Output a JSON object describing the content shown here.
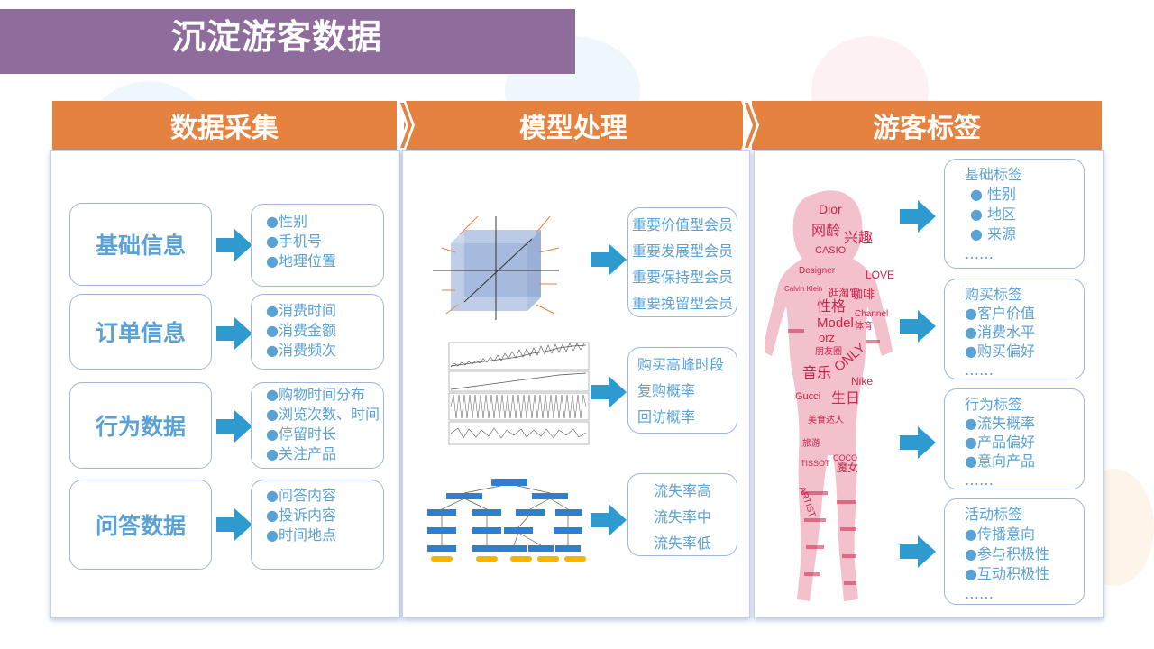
{
  "title": "沉淀游客数据",
  "columns": [
    "数据采集",
    "模型处理",
    "游客标签"
  ],
  "categories": [
    {
      "label": "基础信息",
      "items": [
        "●性别",
        "●手机号",
        "●地理位置"
      ]
    },
    {
      "label": "订单信息",
      "items": [
        "●消费时间",
        "●消费金额",
        "●消费频次"
      ]
    },
    {
      "label": "行为数据",
      "items": [
        "●购物时间分布",
        "●浏览次数、时间",
        "●停留时长",
        "●关注产品"
      ]
    },
    {
      "label": "问答数据",
      "items": [
        "●问答内容",
        "●投诉内容",
        "●时间地点"
      ]
    }
  ],
  "models": [
    {
      "items": [
        "重要价值型会员",
        "重要发展型会员",
        "重要保持型会员",
        "重要挽留型会员"
      ]
    },
    {
      "items": [
        "购买高峰时段",
        "复购概率",
        "回访概率"
      ]
    },
    {
      "items": [
        "流失率高",
        "流失率中",
        "流失率低"
      ]
    }
  ],
  "tags": [
    {
      "title": "基础标签",
      "items": [
        "●  性别",
        "●  地区",
        "●  来源"
      ],
      "more": "……"
    },
    {
      "title": "购买标签",
      "items": [
        "●客户价值",
        "●消费水平",
        "●购买偏好"
      ],
      "more": "……"
    },
    {
      "title": "行为标签",
      "items": [
        "●流失概率",
        "●产品偏好",
        "●意向产品"
      ],
      "more": "……"
    },
    {
      "title": "活动标签",
      "items": [
        "●传播意向",
        "●参与积极性",
        "●互动积极性"
      ],
      "more": "……"
    }
  ],
  "word_cloud": [
    "Dior",
    "网龄",
    "兴趣",
    "CASIO",
    "Designer",
    "LOVE",
    "性格",
    "咖啡",
    "Model",
    "orz",
    "Channel",
    "ONLY",
    "音乐",
    "Nike",
    "生日",
    "Gucci",
    "魔女",
    "COCO",
    "TISSOT",
    "ARTIST",
    "逛淘宝",
    "朋友圈",
    "体育",
    "旅游",
    "Calvin Klein",
    "美食达人"
  ],
  "colors": {
    "title_bg": "#8e6c9c",
    "header_bg": "#e5823f",
    "text_blue": "#5aa2d4",
    "arrow": "#2d9bd0",
    "cloud_dark": "#c9254a",
    "cloud_light": "#f3c1cc"
  }
}
